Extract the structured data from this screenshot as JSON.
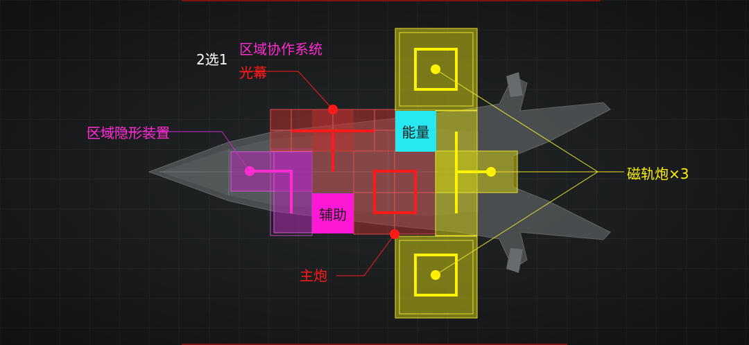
{
  "labels": {
    "choice": "2选1",
    "zone_coop_system": "区域协作系统",
    "light_curtain": "光幕",
    "zone_stealth_device": "区域隐形装置",
    "main_cannon": "主炮",
    "railgun": "磁轨炮×3"
  },
  "tags": {
    "energy": "能量",
    "assist": "辅助"
  },
  "colors": {
    "background": "#191b1c",
    "yellow": "#fff200",
    "magenta": "#ff2cd2",
    "red": "#ff1a1a",
    "cyan": "#27e8f0",
    "white": "#ffffff"
  },
  "icons": {
    "ship": "spaceship-silhouette",
    "railgun_slot": "square-slot-icon",
    "main_cannon_slot": "square-slot-icon",
    "light_curtain_slot": "t-shape-icon",
    "stealth_slot": "l-shape-icon",
    "energy_slot": "t-shape-icon"
  }
}
